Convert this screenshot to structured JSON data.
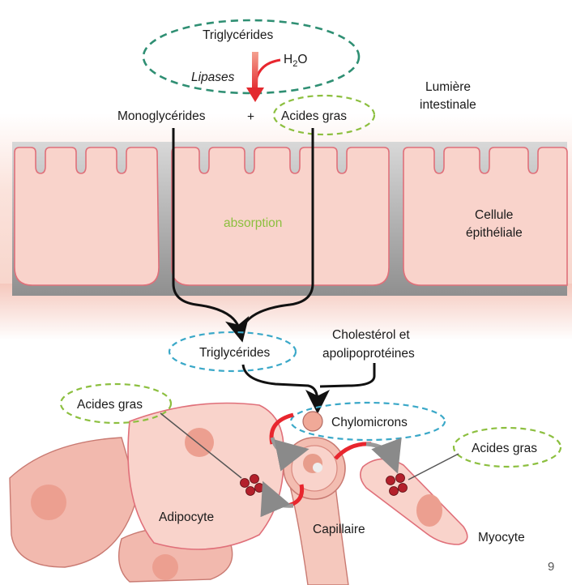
{
  "labels": {
    "triglycerides_top": "Triglycérides",
    "water": "H",
    "water_sub": "2",
    "water_o": "O",
    "lipases": "Lipases",
    "monoglycerides": "Monoglycérides",
    "plus": "+",
    "fatty_acids_top": "Acides gras",
    "lumen_line1": "Lumière",
    "lumen_line2": "intestinale",
    "absorption": "absorption",
    "epithelial_line1": "Cellule",
    "epithelial_line2": "épithéliale",
    "triglycerides_mid": "Triglycérides",
    "cholesterol_line1": "Cholestérol et",
    "cholesterol_line2": "apolipoprotéines",
    "chylomicrons": "Chylomicrons",
    "fatty_acids_left": "Acides gras",
    "fatty_acids_right": "Acides gras",
    "adipocyte": "Adipocyte",
    "capillary": "Capillaire",
    "myocyte": "Myocyte",
    "page_number": "9"
  },
  "colors": {
    "highlight_green": "#8cbf3f",
    "highlight_teal": "#2f8f73",
    "highlight_blue": "#3aa8c8",
    "enzyme_arrow": "#e8262e",
    "cell_fill": "#f9d3cb",
    "cell_border": "#e0707a"
  }
}
